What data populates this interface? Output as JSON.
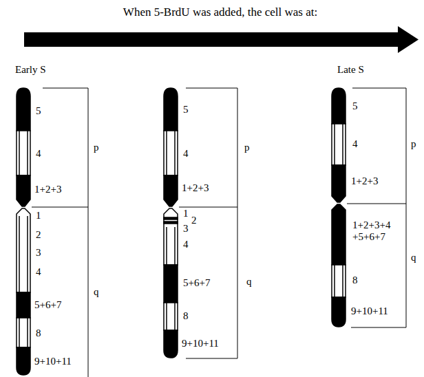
{
  "diagram": {
    "title": "When 5-BrdU was added, the cell was at:",
    "labels": [
      "Early S",
      "5",
      "4",
      "p",
      "1+2+3",
      "1",
      "2",
      "3",
      "4",
      "q",
      "5+6+7",
      "8",
      "9+10+11",
      "5",
      "4",
      "p",
      "1+2+3",
      "1",
      "2",
      "3",
      "4",
      "q",
      "5+6+7",
      "8",
      "9+10+11",
      "Late S",
      "5",
      "4",
      "p",
      "1+2+3",
      "1+2+3+4 +5+6+7",
      "q",
      "8",
      "9+10+11"
    ]
  }
}
